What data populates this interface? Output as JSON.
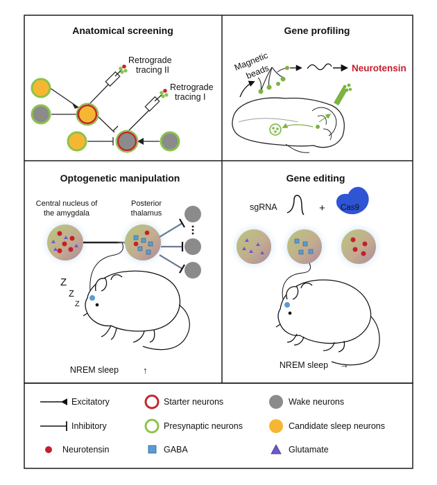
{
  "panels": {
    "anatomical": {
      "title": "Anatomical screening",
      "tracing2": [
        "Retrograde",
        "tracing II"
      ],
      "tracing1": [
        "Retrograde",
        "tracing I"
      ]
    },
    "profiling": {
      "title": "Gene profiling",
      "beads": [
        "Magnetic",
        "beads"
      ],
      "result": "Neurotensin"
    },
    "optogenetic": {
      "title": "Optogenetic manipulation",
      "region1": [
        "Central nucleus of",
        "the amygdala"
      ],
      "region2": [
        "Posterior",
        "thalamus"
      ],
      "sleep_letters": [
        "Z",
        "Z",
        "Z"
      ],
      "outcome": "NREM sleep",
      "arrow_glyph": "↑"
    },
    "editing": {
      "title": "Gene editing",
      "sgrna": "sgRNA",
      "plus": "+",
      "cas9": "Cas9",
      "outcome": "NREM sleep",
      "arrow_glyph": "→"
    }
  },
  "legend": {
    "excitatory": "Excitatory",
    "inhibitory": "Inhibitory",
    "neurotensin": "Neurotensin",
    "starter": "Starter neurons",
    "presynaptic": "Presynaptic neurons",
    "gaba": "GABA",
    "wake": "Wake neurons",
    "candidate": "Candidate sleep neurons",
    "glutamate": "Glutamate"
  },
  "colors": {
    "frame": "#1a1a1a",
    "neurotensin_red": "#c41f2e",
    "starter_ring": "#c0282b",
    "presynaptic_ring": "#8bc34a",
    "candidate_fill": "#f5b731",
    "wake_gray": "#8b8b8b",
    "gaba_blue": "#5b9bd5",
    "glutamate_purple": "#6a5acd",
    "cas9_blue": "#2f55d4",
    "tracing_green": "#8bc34a"
  }
}
